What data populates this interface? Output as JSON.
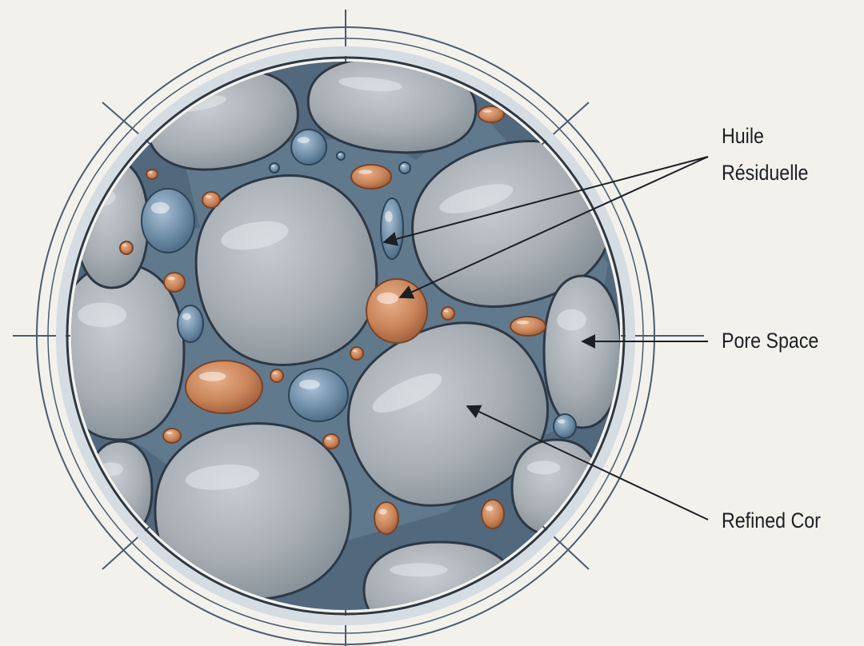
{
  "colors": {
    "background": "#f3f1ec",
    "pore_fluid": "#52687c",
    "grain_fill": "#a7aeb4",
    "grain_outline": "#2c3845",
    "water_droplet": "#6f8ca5",
    "oil_droplet": "#c98459",
    "ring_line": "#4a5c6e",
    "label_text": "#1c1f24"
  },
  "labels": {
    "residual_oil_line1": "Huile",
    "residual_oil_line2": "Résiduelle",
    "pore_space": "Pore Space",
    "refined_core": "Refined Cor"
  }
}
